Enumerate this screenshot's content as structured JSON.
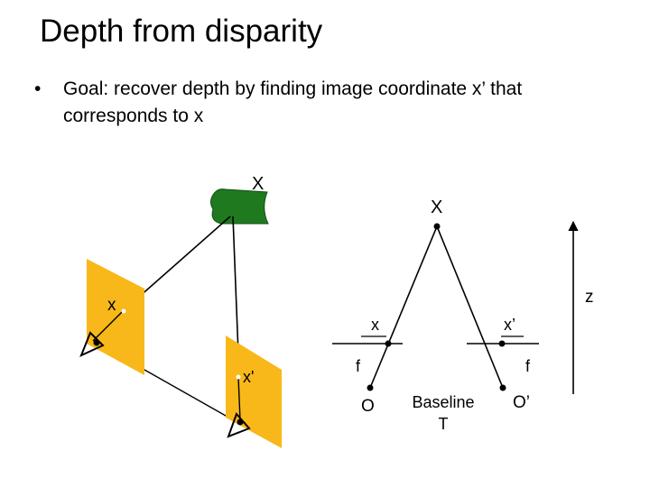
{
  "slide": {
    "title": "Depth from disparity",
    "bullet_symbol": "•",
    "bullet_text": "Goal: recover depth by finding image coordinate x’ that corresponds to x"
  },
  "left_diagram": {
    "world_point_label": "X",
    "image1_point_label": "x",
    "image2_point_label": "x'"
  },
  "right_diagram": {
    "world_point_label": "X",
    "left_image_point_label": "x",
    "right_image_point_label": "x’",
    "left_focal_label": "f",
    "right_focal_label": "f",
    "left_center_label": "O",
    "right_center_label": "O’",
    "baseline_label_line1": "Baseline",
    "baseline_label_line2": "T",
    "depth_label": "z"
  },
  "colors": {
    "image_plane_fill": "#f9b81a",
    "object_fill": "#1f7a1f",
    "line": "#000000"
  }
}
